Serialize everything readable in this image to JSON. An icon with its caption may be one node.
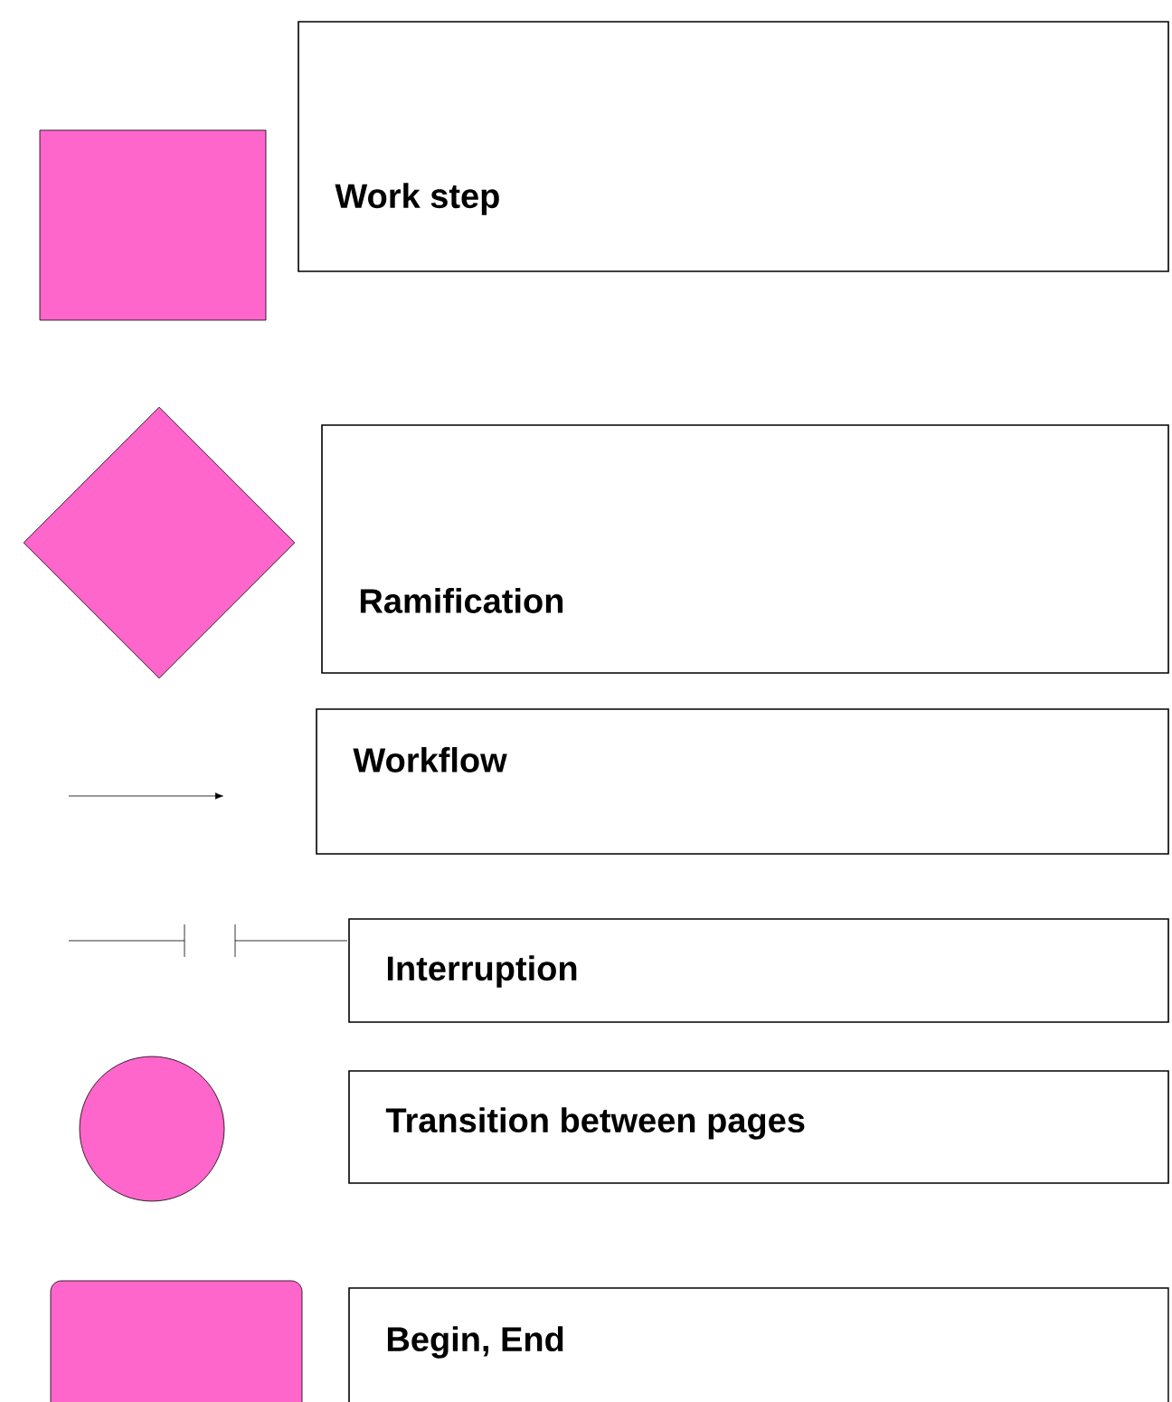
{
  "diagram": {
    "nodes": [
      {
        "text": [],
        "shape": "box"
      },
      {
        "text": [
          "Work step"
        ]
      },
      {
        "text": [],
        "shape": "diamond"
      },
      {
        "text": [
          "Ramification"
        ]
      },
      {
        "text": [
          "Workflow"
        ]
      },
      {
        "text": [
          "Interruption"
        ]
      },
      {
        "text": [],
        "shape": "circle"
      },
      {
        "text": [
          "Transition between pages"
        ]
      },
      {
        "text": [],
        "shape": "box"
      },
      {
        "text": [
          "Begin, End"
        ]
      }
    ]
  }
}
